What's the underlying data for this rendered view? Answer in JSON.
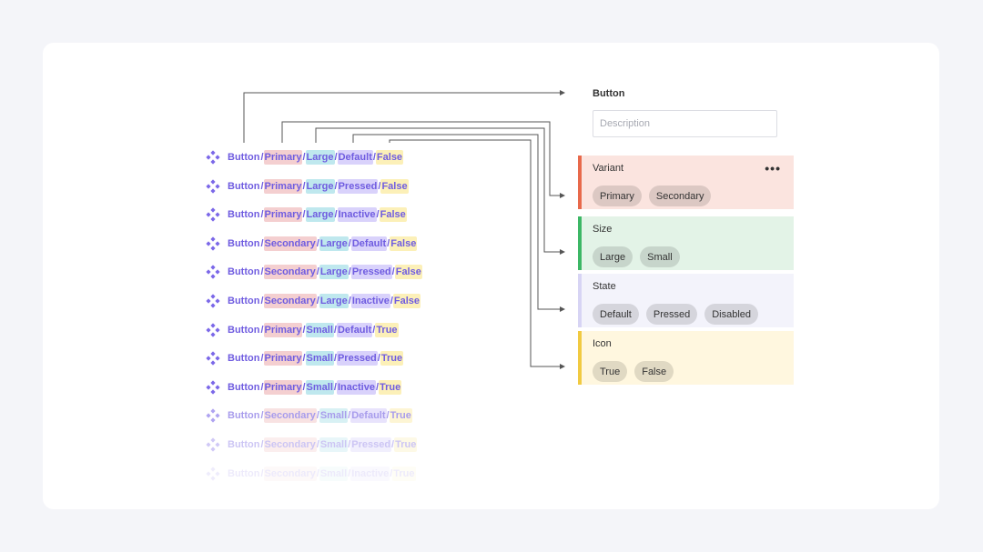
{
  "colors": {
    "variant_bg": "#fbe4df",
    "variant_bar": "#e8694b",
    "size_bg": "#e3f3e7",
    "size_bar": "#3cb765",
    "state_bg": "#f3f3fb",
    "state_bar": "#d7d4f4",
    "icon_bg": "#fff7df",
    "icon_bar": "#f1ca41"
  },
  "panel": {
    "title": "Button",
    "description_placeholder": "Description",
    "properties": [
      {
        "label": "Variant",
        "values": [
          "Primary",
          "Secondary"
        ],
        "has_menu": true
      },
      {
        "label": "Size",
        "values": [
          "Large",
          "Small"
        ],
        "has_menu": false
      },
      {
        "label": "State",
        "values": [
          "Default",
          "Pressed",
          "Disabled"
        ],
        "has_menu": false
      },
      {
        "label": "Icon",
        "values": [
          "True",
          "False"
        ],
        "has_menu": false
      }
    ],
    "menu_label": "•••"
  },
  "variants": [
    {
      "base": "Button",
      "variant": "Primary",
      "size": "Large",
      "state": "Default",
      "icon": "False",
      "opacity": 1
    },
    {
      "base": "Button",
      "variant": "Primary",
      "size": "Large",
      "state": "Pressed",
      "icon": "False",
      "opacity": 1
    },
    {
      "base": "Button",
      "variant": "Primary",
      "size": "Large",
      "state": "Inactive",
      "icon": "False",
      "opacity": 1
    },
    {
      "base": "Button",
      "variant": "Secondary",
      "size": "Large",
      "state": "Default",
      "icon": "False",
      "opacity": 1
    },
    {
      "base": "Button",
      "variant": "Secondary",
      "size": "Large",
      "state": "Pressed",
      "icon": "False",
      "opacity": 1
    },
    {
      "base": "Button",
      "variant": "Secondary",
      "size": "Large",
      "state": "Inactive",
      "icon": "False",
      "opacity": 1
    },
    {
      "base": "Button",
      "variant": "Primary",
      "size": "Small",
      "state": "Default",
      "icon": "True",
      "opacity": 1
    },
    {
      "base": "Button",
      "variant": "Primary",
      "size": "Small",
      "state": "Pressed",
      "icon": "True",
      "opacity": 1
    },
    {
      "base": "Button",
      "variant": "Primary",
      "size": "Small",
      "state": "Inactive",
      "icon": "True",
      "opacity": 1
    },
    {
      "base": "Button",
      "variant": "Secondary",
      "size": "Small",
      "state": "Default",
      "icon": "True",
      "opacity": 0.6
    },
    {
      "base": "Button",
      "variant": "Secondary",
      "size": "Small",
      "state": "Pressed",
      "icon": "True",
      "opacity": 0.35
    },
    {
      "base": "Button",
      "variant": "Secondary",
      "size": "Small",
      "state": "Inactive",
      "icon": "True",
      "opacity": 0.12
    }
  ]
}
